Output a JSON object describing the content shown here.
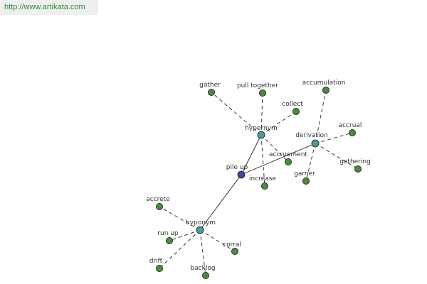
{
  "header": {
    "url": "http://www.artikata.com"
  },
  "colors": {
    "root_node": "#3d4a8f",
    "relation_node": "#4a9a9a",
    "word_node": "#4a8a3e",
    "edge": "#222222",
    "url_text": "#2e8b2e"
  },
  "graph": {
    "nodes": [
      {
        "id": "pile-up",
        "label": "pile up",
        "kind": "root"
      },
      {
        "id": "hypernym-1",
        "label": "hypernym",
        "kind": "relation"
      },
      {
        "id": "derivation",
        "label": "derivation",
        "kind": "relation"
      },
      {
        "id": "hyponym",
        "label": "hyponym",
        "kind": "relation"
      },
      {
        "id": "gather",
        "label": "gather",
        "kind": "word"
      },
      {
        "id": "pull-together",
        "label": "pull together",
        "kind": "word"
      },
      {
        "id": "collect",
        "label": "collect",
        "kind": "word"
      },
      {
        "id": "accumulation",
        "label": "accumulation",
        "kind": "word"
      },
      {
        "id": "accrual",
        "label": "accrual",
        "kind": "word"
      },
      {
        "id": "accruement",
        "label": "accruement",
        "kind": "word"
      },
      {
        "id": "gathering",
        "label": "gathering",
        "kind": "word"
      },
      {
        "id": "garner",
        "label": "garner",
        "kind": "word"
      },
      {
        "id": "increase",
        "label": "increase",
        "kind": "word"
      },
      {
        "id": "accrete",
        "label": "accrete",
        "kind": "word"
      },
      {
        "id": "run-up",
        "label": "run up",
        "kind": "word"
      },
      {
        "id": "corral",
        "label": "corral",
        "kind": "word"
      },
      {
        "id": "drift",
        "label": "drift",
        "kind": "word"
      },
      {
        "id": "backlog",
        "label": "backlog",
        "kind": "word"
      }
    ],
    "edges": [
      {
        "from": "pile-up",
        "to": "hypernym-1",
        "style": "solid"
      },
      {
        "from": "pile-up",
        "to": "derivation",
        "style": "solid"
      },
      {
        "from": "pile-up",
        "to": "hyponym",
        "style": "solid"
      },
      {
        "from": "hypernym-1",
        "to": "gather",
        "style": "dashed"
      },
      {
        "from": "hypernym-1",
        "to": "pull-together",
        "style": "dashed"
      },
      {
        "from": "hypernym-1",
        "to": "collect",
        "style": "dashed"
      },
      {
        "from": "hypernym-1",
        "to": "accruement",
        "style": "dashed"
      },
      {
        "from": "hypernym-1",
        "to": "increase",
        "style": "dashed"
      },
      {
        "from": "derivation",
        "to": "accumulation",
        "style": "dashed"
      },
      {
        "from": "derivation",
        "to": "accrual",
        "style": "dashed"
      },
      {
        "from": "derivation",
        "to": "gathering",
        "style": "dashed"
      },
      {
        "from": "derivation",
        "to": "garner",
        "style": "dashed"
      },
      {
        "from": "hyponym",
        "to": "accrete",
        "style": "dashed"
      },
      {
        "from": "hyponym",
        "to": "run-up",
        "style": "dashed"
      },
      {
        "from": "hyponym",
        "to": "corral",
        "style": "dashed"
      },
      {
        "from": "hyponym",
        "to": "drift",
        "style": "dashed"
      },
      {
        "from": "hyponym",
        "to": "backlog",
        "style": "dashed"
      }
    ]
  }
}
